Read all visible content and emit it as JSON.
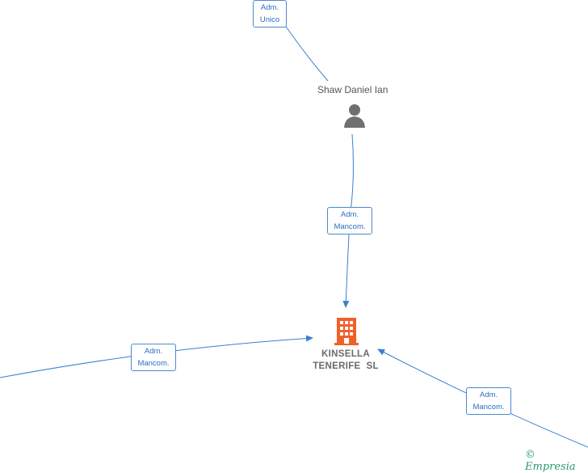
{
  "person": {
    "name": "Shaw Daniel Ian"
  },
  "company": {
    "line1": "KINSELLA",
    "line2": "TENERIFE  SL"
  },
  "roles": [
    {
      "id": "role-top",
      "line1": "Adm.",
      "line2": "Unico"
    },
    {
      "id": "role-center",
      "line1": "Adm.",
      "line2": "Mancom."
    },
    {
      "id": "role-left",
      "line1": "Adm.",
      "line2": "Mancom."
    },
    {
      "id": "role-right",
      "line1": "Adm.",
      "line2": "Mancom."
    }
  ],
  "brand": {
    "copyright": "©",
    "name": "Empresia"
  },
  "colors": {
    "edge": "#3a7fd0",
    "building": "#f0602a",
    "person": "#707070"
  }
}
